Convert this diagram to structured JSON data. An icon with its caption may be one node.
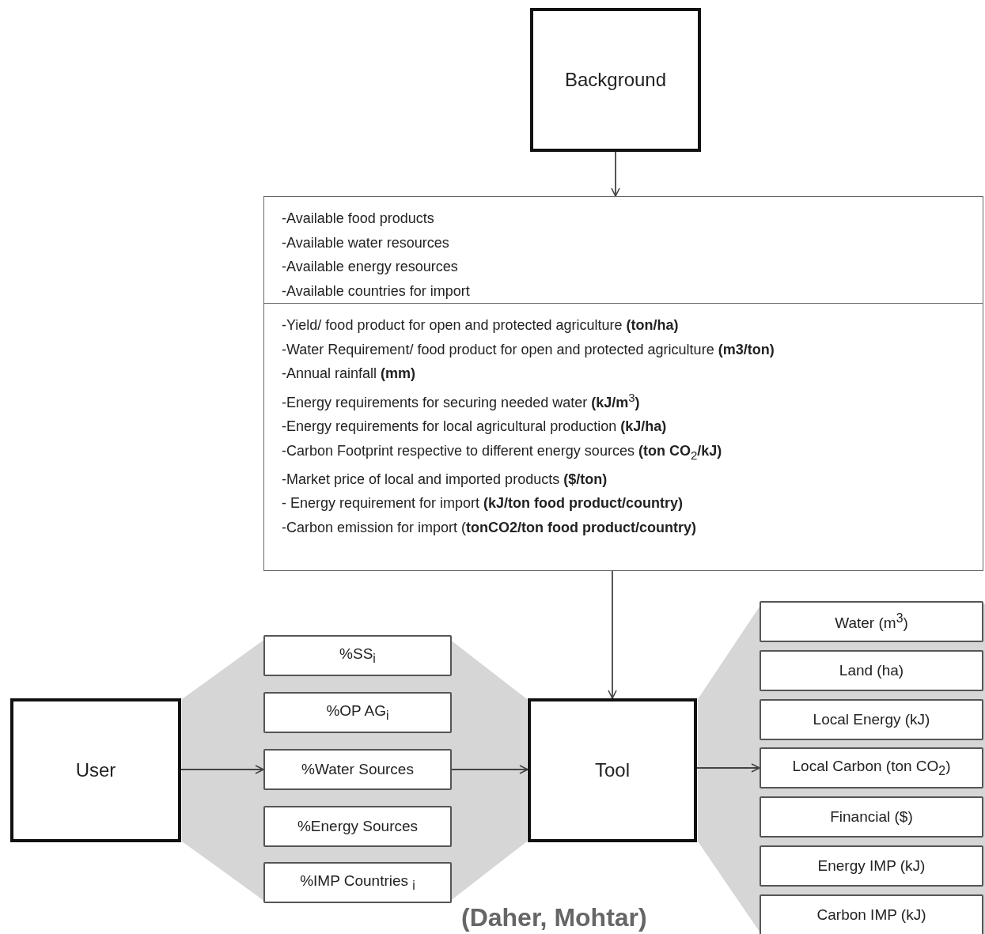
{
  "diagram": {
    "nodes": [
      {
        "text": [
          "Background"
        ]
      },
      {
        "text": [
          "-Available food products",
          "-Available water resources",
          "-Available energy resources",
          "-Available countries for import"
        ]
      },
      {
        "text": [
          "-Yield/ food product for open and protected agriculture **(ton/ha)**",
          "-Water Requirement/ food product for open and protected agriculture **(m3/ton)**",
          "-Annual rainfall **(mm)**",
          "-Energy requirements for securing needed water **(kJ/m**$^{3}$**)**",
          "-Energy requirements for local agricultural production **(kJ/ha)**",
          "-Carbon Footprint respective to different energy sources **(ton CO**$_{2}$**/kJ)**",
          "-Market price of local and imported products **($/ton)**",
          "- Energy requirement for import **(kJ/ton food product/country)**",
          "-Carbon emission for import (**tonCO2/ton food product/country)**"
        ]
      },
      {
        "text": [
          "User"
        ]
      },
      {
        "text": [
          "%SS$_{i}$"
        ]
      },
      {
        "text": [
          "%OP AG$_{i}$"
        ]
      },
      {
        "text": [
          "%Water Sources"
        ]
      },
      {
        "text": [
          "%Energy Sources"
        ]
      },
      {
        "text": [
          "%IMP Countries $_{i}$"
        ]
      },
      {
        "text": [
          "Tool"
        ]
      },
      {
        "text": [
          "Water (m$^{3}$)"
        ]
      },
      {
        "text": [
          "Land (ha)"
        ]
      },
      {
        "text": [
          "Local Energy (kJ)"
        ]
      },
      {
        "text": [
          "Local Carbon (ton CO$_{2}$)"
        ]
      },
      {
        "text": [
          "Financial ($)"
        ]
      },
      {
        "text": [
          "Energy IMP (kJ)"
        ]
      },
      {
        "text": [
          "Carbon IMP (kJ)"
        ]
      }
    ],
    "edges": [
      {
        "from": 0,
        "to": 1,
        "arrow": "to"
      },
      {
        "from": 2,
        "to": 9,
        "arrow": "to"
      },
      {
        "from": 3,
        "to": 6,
        "arrow": "to"
      },
      {
        "from": 6,
        "to": 9,
        "arrow": "to"
      },
      {
        "from": 9,
        "to": 13,
        "arrow": "to"
      }
    ],
    "labels": [
      "(Daher, Mohtar)"
    ]
  }
}
